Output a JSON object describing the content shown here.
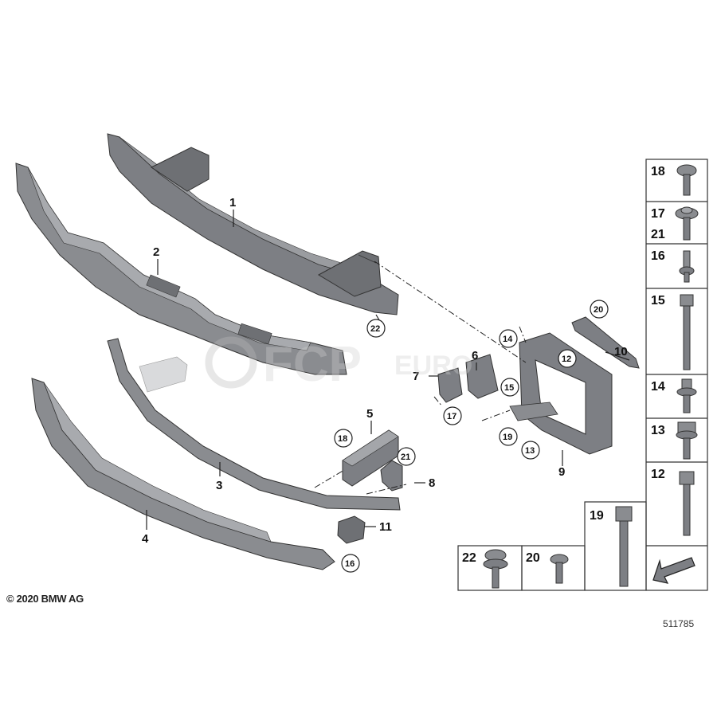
{
  "copyright": "© 2020 BMW AG",
  "drawing_id": "511785",
  "watermark": {
    "text_a": "FCP",
    "text_b": "EURO"
  },
  "callouts": {
    "c1": "1",
    "c2": "2",
    "c3": "3",
    "c4": "4",
    "c5": "5",
    "c6": "6",
    "c7": "7",
    "c8": "8",
    "c9": "9",
    "c10": "10",
    "c11": "11",
    "c12": "12",
    "c13": "13",
    "c14": "14",
    "c15": "15",
    "c16": "16",
    "c17": "17",
    "c18": "18",
    "c19": "19",
    "c20": "20",
    "c21": "21",
    "c22": "22"
  },
  "legend": {
    "p18": "18",
    "p17": "17",
    "p21": "21",
    "p16": "16",
    "p15": "15",
    "p14": "14",
    "p13": "13",
    "p12": "12",
    "p19": "19",
    "p22": "22",
    "p20": "20"
  },
  "colors": {
    "part": "#7d7f84",
    "part_light": "#a4a6aa",
    "part_dark": "#55575b",
    "line": "#222222"
  }
}
